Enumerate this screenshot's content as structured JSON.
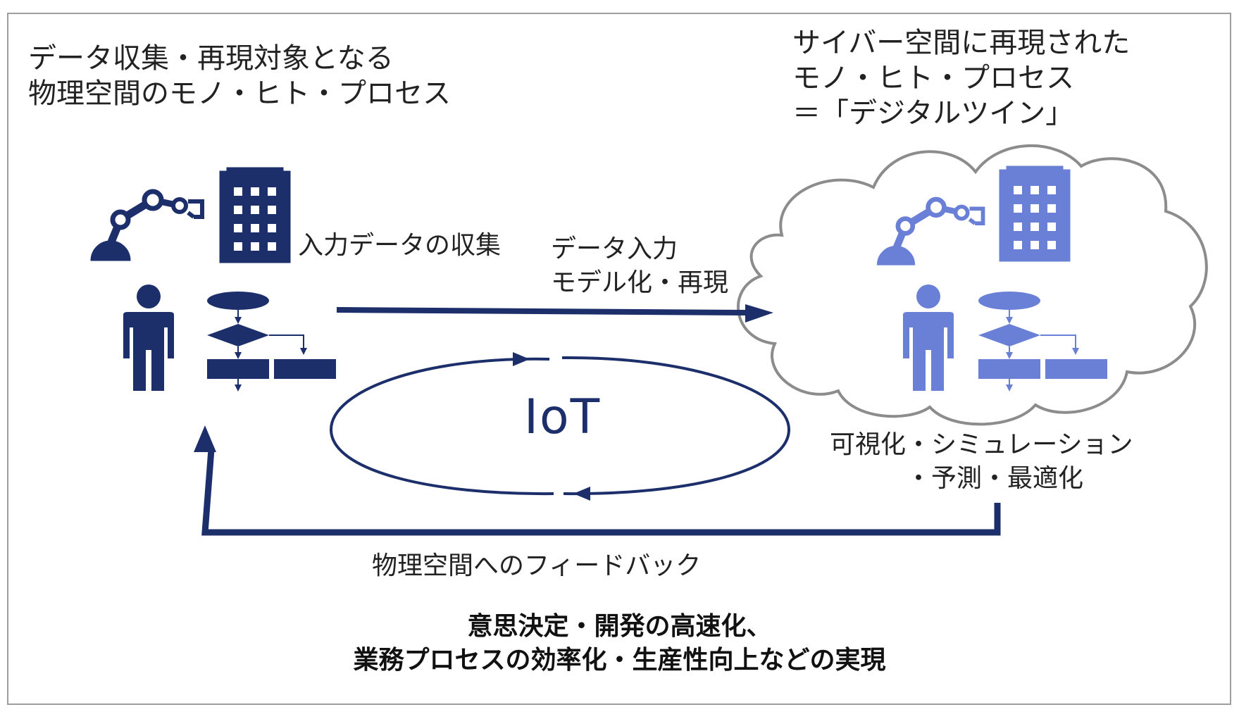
{
  "colors": {
    "navy": "#1c2f6b",
    "cyber_blue": "#6a7fd6",
    "cloud_stroke": "#8c8c8c",
    "frame": "#9e9e9e"
  },
  "physical_title": [
    "データ収集・再現対象となる",
    "物理空間のモノ・ヒト・プロセス"
  ],
  "cyber_title": [
    "サイバー空間に再現された",
    "モノ・ヒト・プロセス",
    "＝「デジタルツイン」"
  ],
  "collect_label": "入力データの収集",
  "input_label": [
    "データ入力",
    "モデル化・再現"
  ],
  "visualize_label": [
    "可視化・シミュレーション",
    "・予測・最適化"
  ],
  "feedback_label": "物理空間へのフィードバック",
  "iot_label": "IoT",
  "bottom_text": [
    "意思決定・開発の高速化、",
    "業務プロセスの効率化・生産性向上などの実現"
  ],
  "icons": [
    "robot-arm-icon",
    "building-icon",
    "person-icon",
    "flowchart-icon",
    "cloud-icon"
  ]
}
